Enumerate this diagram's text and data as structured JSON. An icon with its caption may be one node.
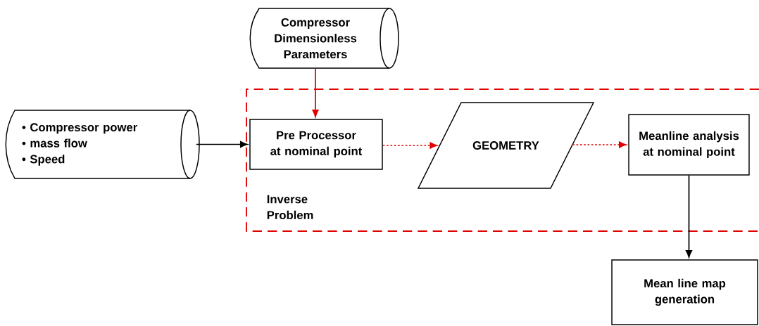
{
  "diagram": {
    "nodes": [
      {
        "text": [
          "Compressor Dimensionless Parameters"
        ]
      },
      {
        "text": [
          "• Compressor power",
          "• mass flow",
          "• Speed"
        ]
      },
      {
        "text": [
          "Inverse Problem"
        ]
      },
      {
        "text": [
          "Pre Processor at nominal point"
        ],
        "in": 2
      },
      {
        "text": [
          "GEOMETRY"
        ],
        "in": 2
      },
      {
        "text": [
          "Meanline analysis at nominal point"
        ],
        "in": 2
      },
      {
        "text": [
          "Mean line map generation"
        ]
      }
    ],
    "edges": [
      {
        "from": 1,
        "to": 3,
        "arrow": "to",
        "color": "#000000"
      },
      {
        "from": 0,
        "to": 3,
        "arrow": "to",
        "color": "#e00000"
      },
      {
        "from": 3,
        "to": 4,
        "arrow": "to",
        "style": "dashed",
        "color": "#e00000"
      },
      {
        "from": 4,
        "to": 5,
        "arrow": "to",
        "style": "dashed",
        "color": "#e00000"
      },
      {
        "from": 5,
        "to": 6,
        "arrow": "to",
        "color": "#000000"
      }
    ]
  }
}
